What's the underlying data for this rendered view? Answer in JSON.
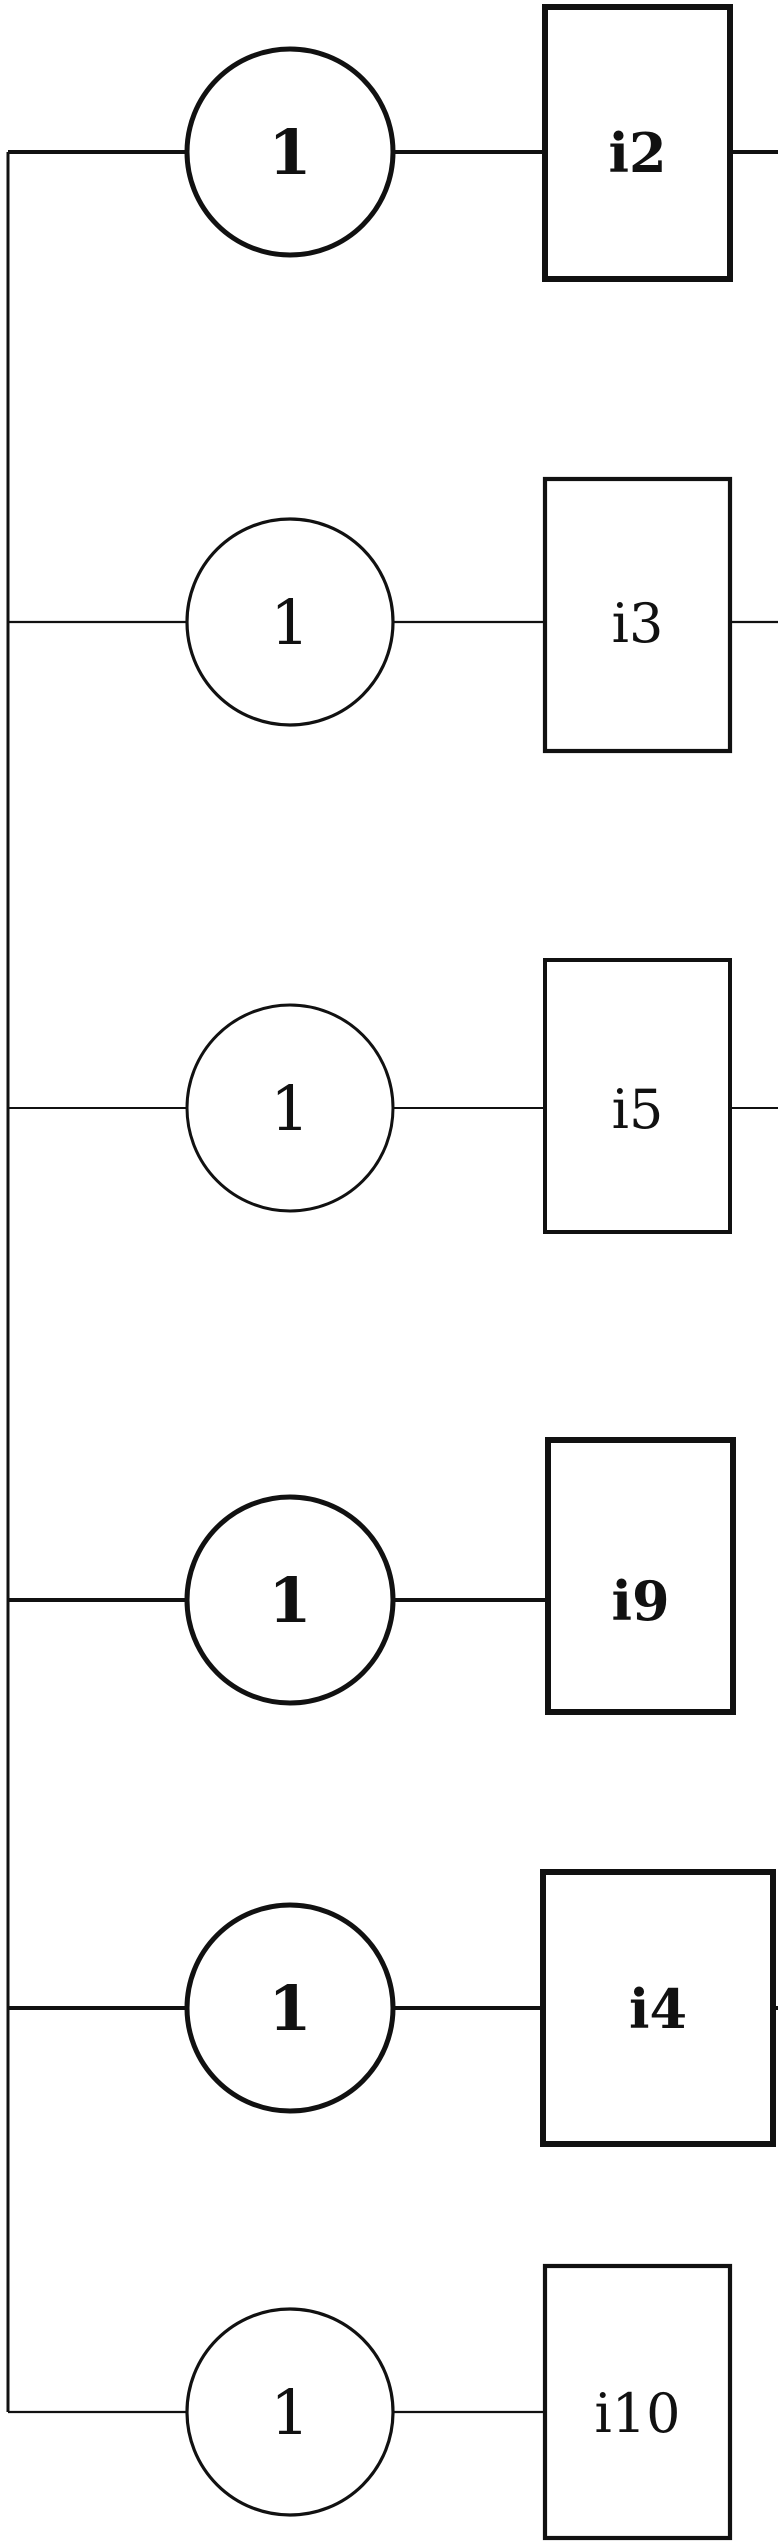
{
  "diagram": {
    "stroke_color": "#111111",
    "background": "#ffffff",
    "rows": [
      {
        "node_label": "1",
        "box_label": "i2",
        "bold": true
      },
      {
        "node_label": "1",
        "box_label": "i3",
        "bold": false
      },
      {
        "node_label": "1",
        "box_label": "i5",
        "bold": false
      },
      {
        "node_label": "1",
        "box_label": "i9",
        "bold": true
      },
      {
        "node_label": "1",
        "box_label": "i4",
        "bold": true
      },
      {
        "node_label": "1",
        "box_label": "i10",
        "bold": false
      }
    ]
  }
}
